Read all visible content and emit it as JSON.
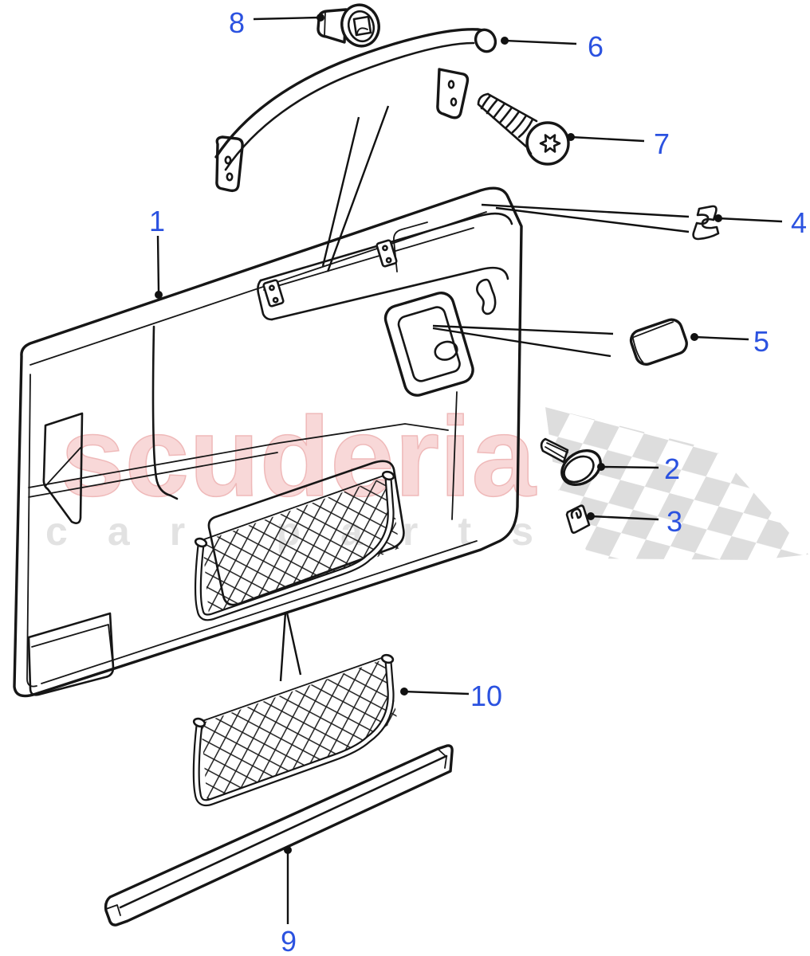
{
  "watermark": {
    "line1": "scuderia",
    "line2": "car parts"
  },
  "colors": {
    "callout_blue": "#2b52e0",
    "artwork_black": "#161616",
    "watermark_pink_fill": "#f8d8d8",
    "watermark_pink_outline": "#efb9b9",
    "watermark_gray": "#e2e2e2",
    "flag_gray": "#d7d7d7"
  },
  "callouts": [
    {
      "num": "1"
    },
    {
      "num": "2"
    },
    {
      "num": "3"
    },
    {
      "num": "4"
    },
    {
      "num": "5"
    },
    {
      "num": "6"
    },
    {
      "num": "7"
    },
    {
      "num": "8"
    },
    {
      "num": "9"
    },
    {
      "num": "10"
    }
  ]
}
